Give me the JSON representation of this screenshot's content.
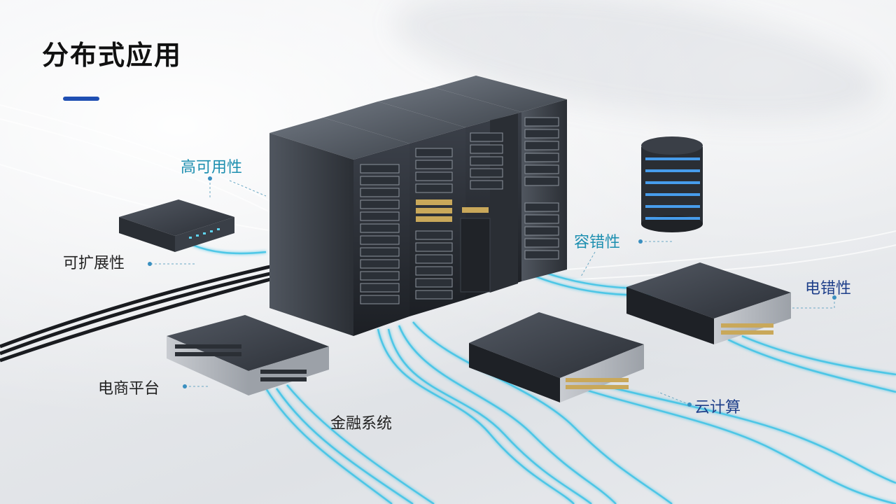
{
  "title": "分布式应用",
  "labels": {
    "high_availability": "高可用性",
    "scalability": "可扩展性",
    "fault_tolerance": "容错性",
    "electric_fault": "电错性",
    "ecommerce": "电商平台",
    "finance": "金融系统",
    "cloud": "云计算"
  },
  "colors": {
    "accent_bar": "#1f4fb3",
    "teal_label": "#1d8fb0",
    "navy_label": "#1e3f8a",
    "cable_glow": "#3cc3e6"
  }
}
